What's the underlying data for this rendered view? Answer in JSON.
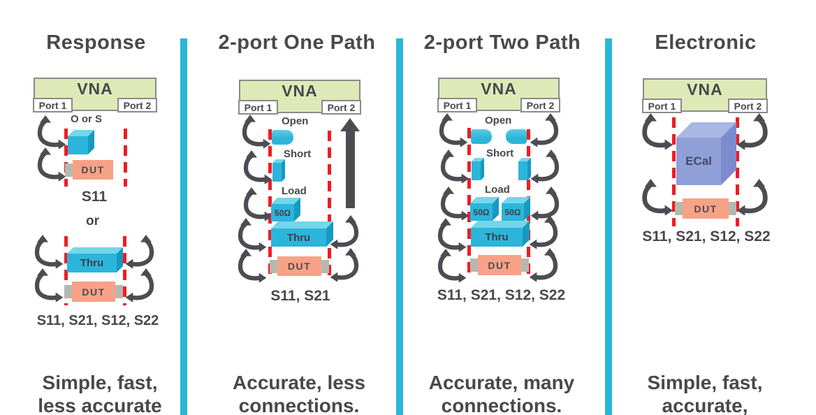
{
  "colors": {
    "divider": "#29b8d8",
    "red_reference_line": "#ee1c25",
    "arrow": "#4c4c52",
    "vna_fill": "#dfe9b8",
    "standard_cyan": "#2cb5da",
    "dut_salmon": "#f7a287",
    "ecal_blue": "#8f9fd8",
    "text": "#48484d"
  },
  "columns": [
    {
      "title": "Response",
      "vna": "VNA",
      "port1": "Port 1",
      "port2": "Port 2",
      "standard_label": "O or S",
      "result1": "S11",
      "or_label": "or",
      "thru": "Thru",
      "dut": "DUT",
      "result2": "S11, S21, S12, S22",
      "caption_line1": "Simple, fast,",
      "caption_line2": "less accurate"
    },
    {
      "title": "2-port One Path",
      "vna": "VNA",
      "port1": "Port 1",
      "port2": "Port 2",
      "open": "Open",
      "short": "Short",
      "load": "Load",
      "load_value": "50Ω",
      "thru": "Thru",
      "dut": "DUT",
      "result": "S11, S21",
      "caption_line1": "Accurate, less",
      "caption_line2": "connections."
    },
    {
      "title": "2-port Two Path",
      "vna": "VNA",
      "port1": "Port 1",
      "port2": "Port 2",
      "open": "Open",
      "short": "Short",
      "load": "Load",
      "load_value_left": "50Ω",
      "load_value_right": "50Ω",
      "thru": "Thru",
      "dut": "DUT",
      "result": "S11, S21, S12, S22",
      "caption_line1": "Accurate, many",
      "caption_line2": "connections."
    },
    {
      "title": "Electronic",
      "vna": "VNA",
      "port1": "Port 1",
      "port2": "Port 2",
      "ecal": "ECal",
      "dut": "DUT",
      "result": "S11, S21, S12, S22",
      "caption_line1": "Simple, fast,",
      "caption_line2": "accurate,"
    }
  ]
}
